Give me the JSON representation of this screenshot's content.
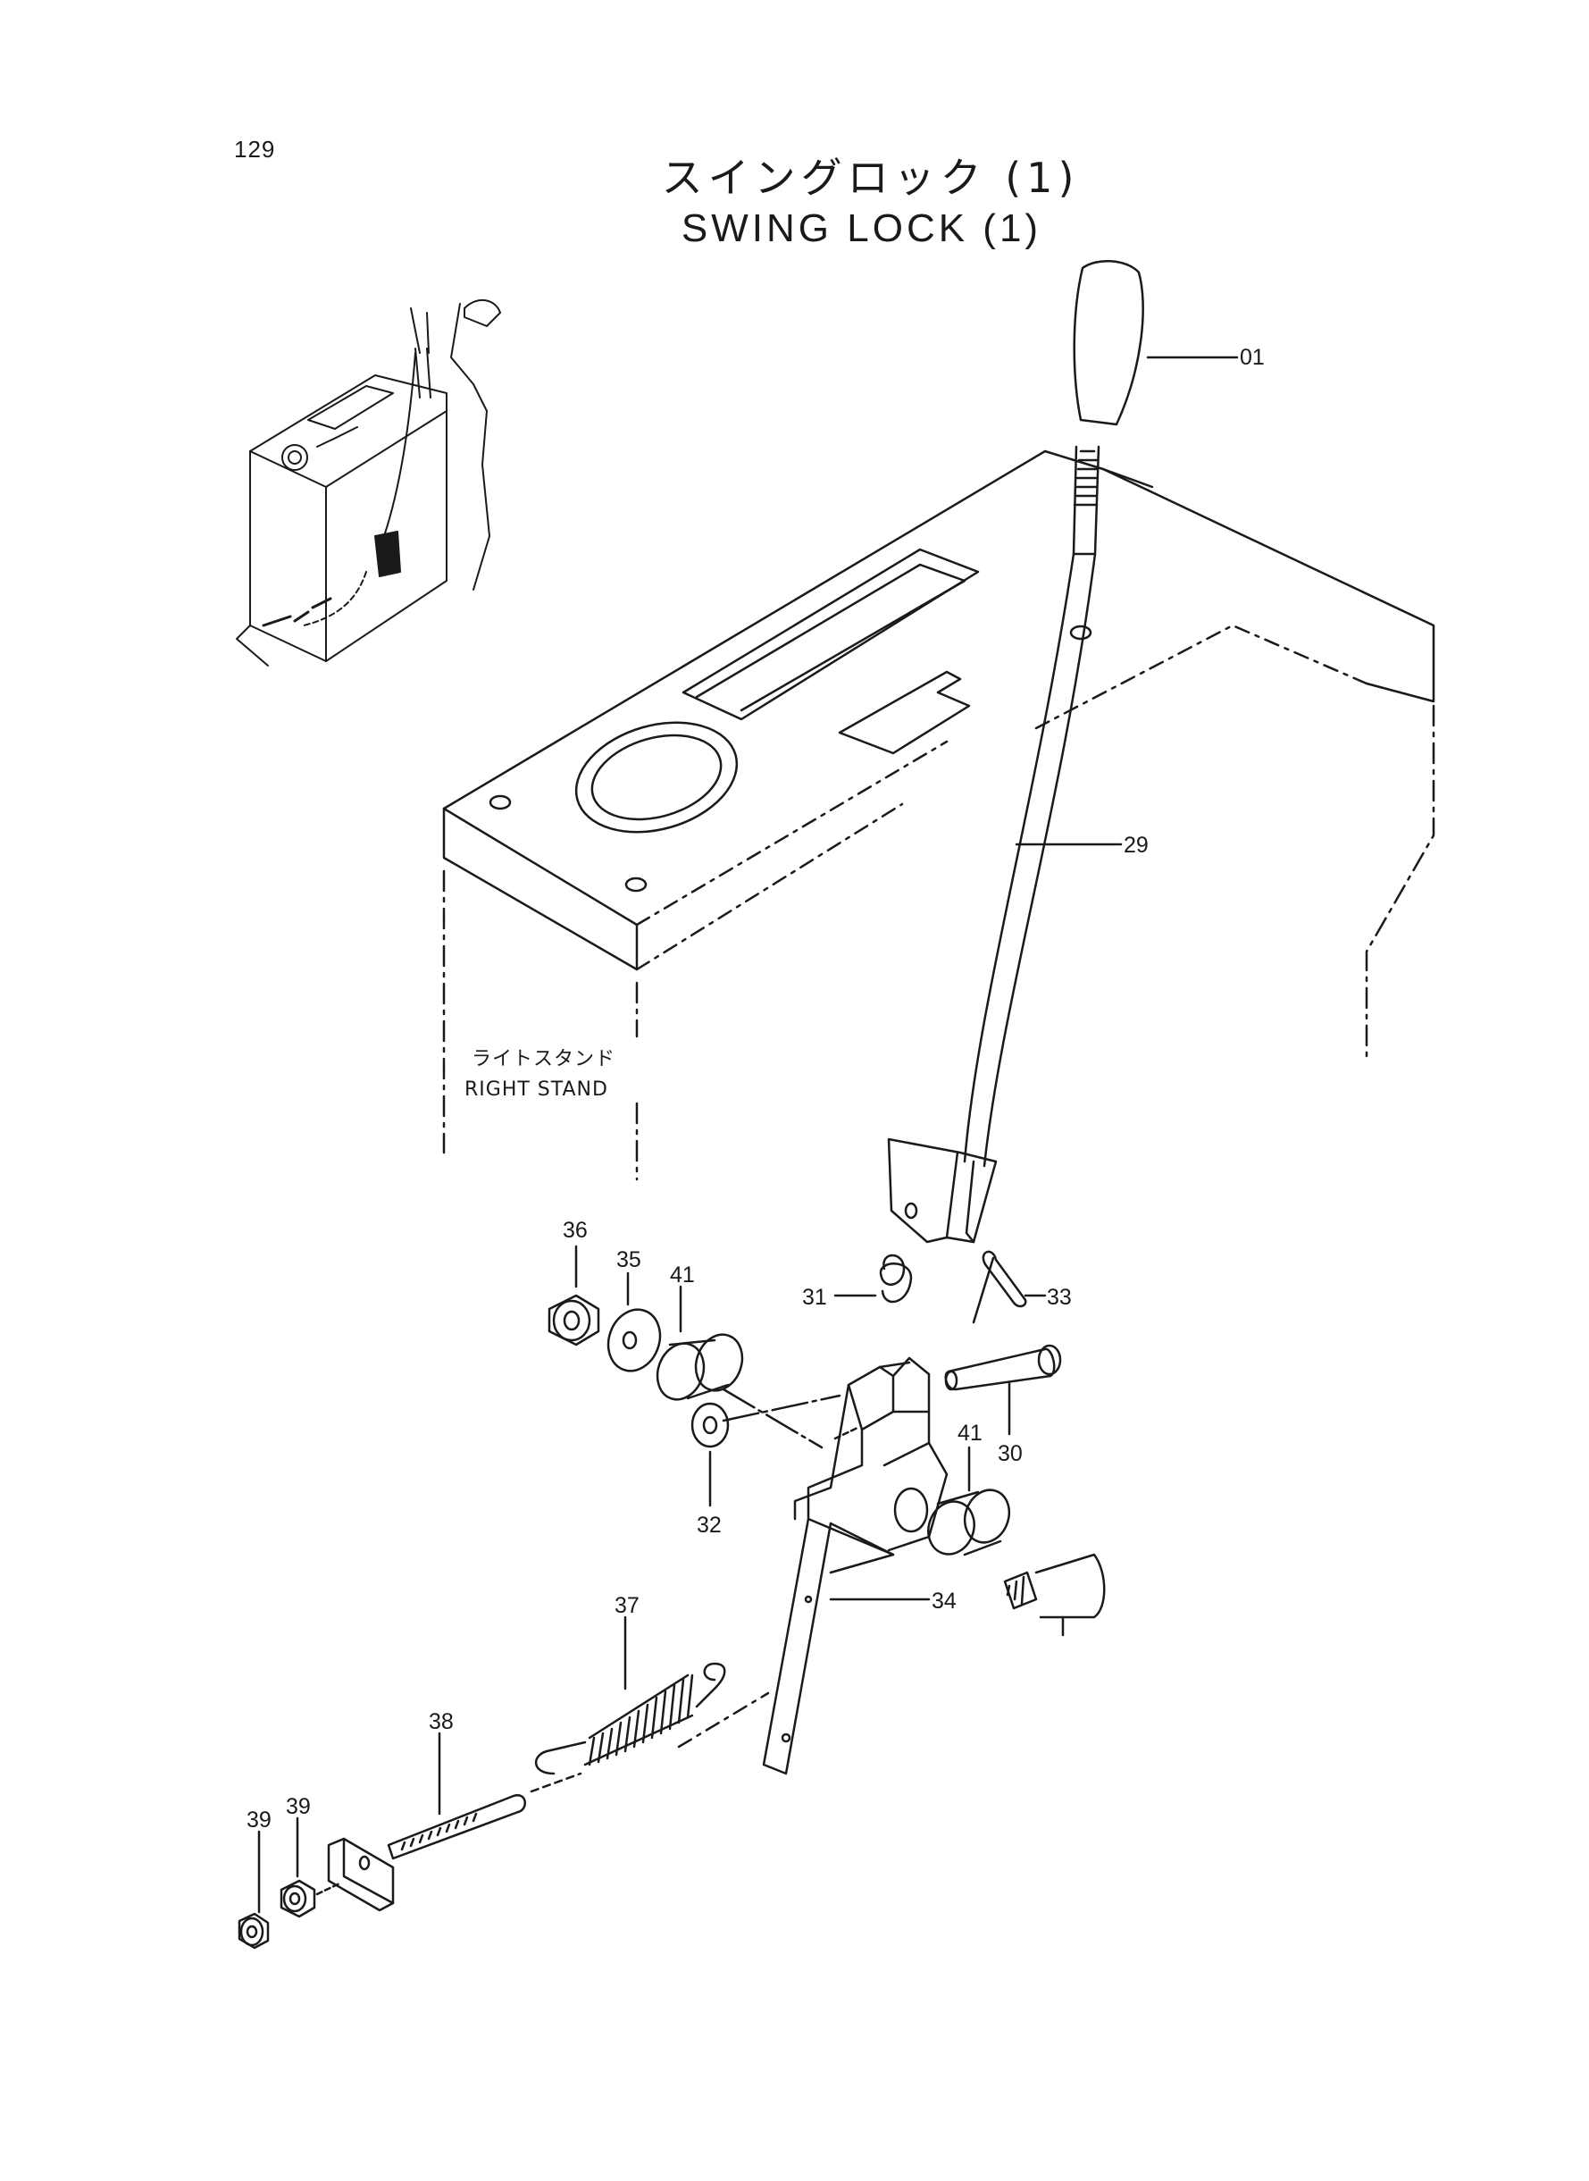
{
  "page": {
    "number": "129",
    "title_ja": "スイングロック (1)",
    "title_en": "SWING LOCK (1)"
  },
  "stand_label": {
    "ja": "ライトスタンド",
    "en": "RIGHT STAND"
  },
  "callouts": [
    {
      "id": "01",
      "text": "01"
    },
    {
      "id": "29",
      "text": "29"
    },
    {
      "id": "36",
      "text": "36"
    },
    {
      "id": "35",
      "text": "35"
    },
    {
      "id": "41a",
      "text": "41"
    },
    {
      "id": "31",
      "text": "31"
    },
    {
      "id": "33",
      "text": "33"
    },
    {
      "id": "30",
      "text": "30"
    },
    {
      "id": "32",
      "text": "32"
    },
    {
      "id": "41b",
      "text": "41"
    },
    {
      "id": "34",
      "text": "34"
    },
    {
      "id": "37",
      "text": "37"
    },
    {
      "id": "38",
      "text": "38"
    },
    {
      "id": "39a",
      "text": "39"
    },
    {
      "id": "39b",
      "text": "39"
    }
  ],
  "colors": {
    "ink": "#1a1a1a",
    "paper": "#ffffff"
  }
}
